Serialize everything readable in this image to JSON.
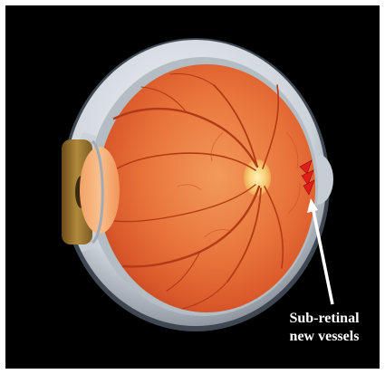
{
  "annotation": {
    "label_line1": "Sub-retinal",
    "label_line2": "new vessels"
  },
  "colors": {
    "background": "#000000",
    "frame": "#ffffff",
    "retina": "#e8703a",
    "sclera": "#d9dee3",
    "lesion": "#e21b1b",
    "label": "#ffffff"
  },
  "icons": {
    "eye": "eye-cross-section-illustration",
    "arrow": "annotation-arrow"
  }
}
